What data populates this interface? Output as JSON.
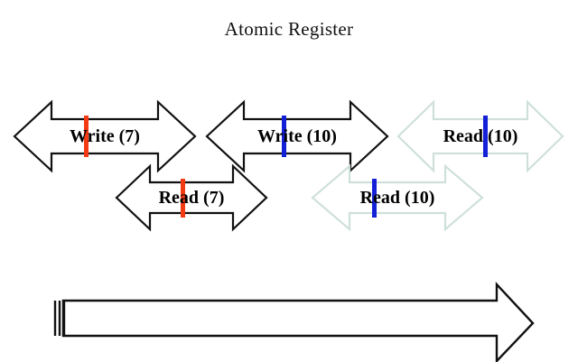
{
  "page": {
    "title": "Atomic Register",
    "background": "#ffffff"
  },
  "colors": {
    "arrow_active_stroke": "#111111",
    "arrow_faded_stroke": "#cfe0da",
    "arrow_fill": "#ffffff",
    "marker_red": "#f43a13",
    "marker_blue": "#1320d8",
    "text": "#000000",
    "timeline_stroke": "#111111"
  },
  "operations": [
    {
      "id": "write-7",
      "label": "Write (7)",
      "kind": "write",
      "value": "7",
      "state": "active",
      "marker_color": "#f43a13",
      "row": 1
    },
    {
      "id": "write-10",
      "label": "Write (10)",
      "kind": "write",
      "value": "10",
      "state": "active",
      "marker_color": "#1320d8",
      "row": 1
    },
    {
      "id": "read-10-top",
      "label": "Read (10)",
      "kind": "read",
      "value": "10",
      "state": "faded",
      "marker_color": "#1320d8",
      "row": 1
    },
    {
      "id": "read-7",
      "label": "Read (7)",
      "kind": "read",
      "value": "7",
      "state": "active",
      "marker_color": "#f43a13",
      "row": 2
    },
    {
      "id": "read-10-bottom",
      "label": "Read (10)",
      "kind": "read",
      "value": "10",
      "state": "faded",
      "marker_color": "#1320d8",
      "row": 2
    }
  ],
  "timeline": {
    "name": "time-axis",
    "tick_count": 3,
    "direction": "right"
  }
}
